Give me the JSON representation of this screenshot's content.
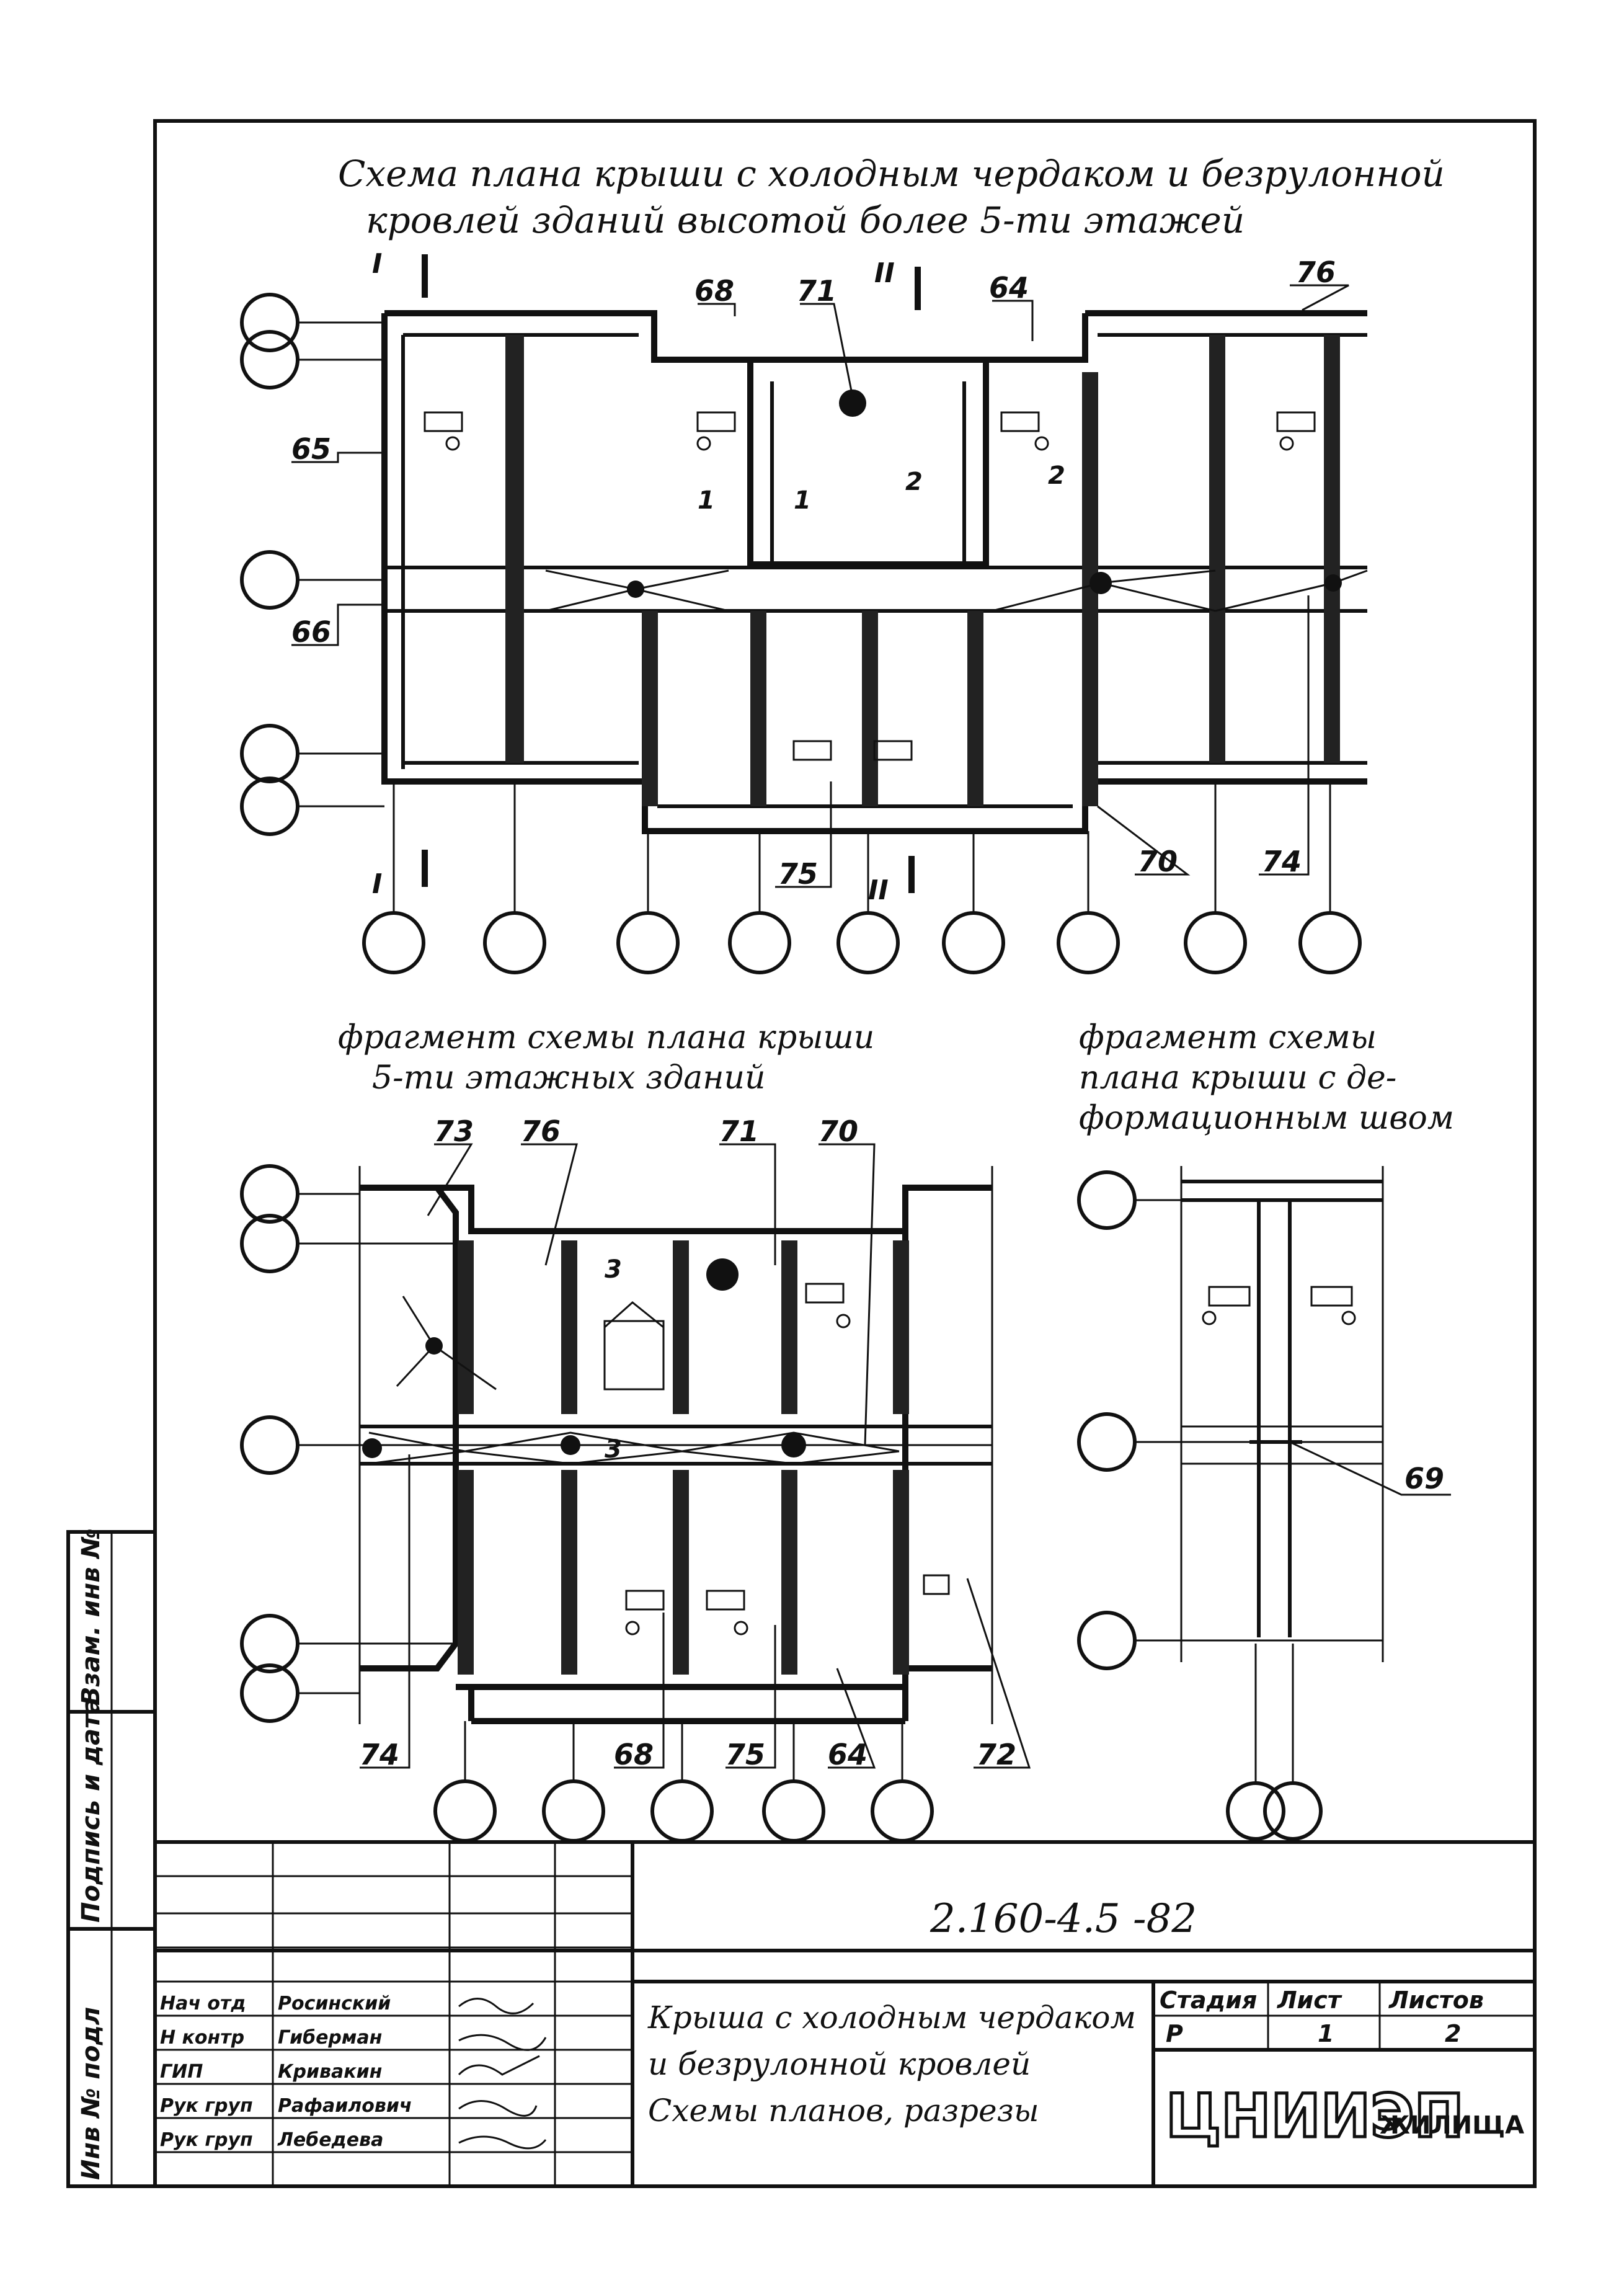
{
  "top_plan": {
    "title_line1": "Схема плана крыши с холодным чердаком и безрулонной",
    "title_line2": "кровлей зданий высотой более 5-ти этажей",
    "section_marks": [
      "I",
      "II",
      "I",
      "II"
    ],
    "callouts": [
      "68",
      "71",
      "64",
      "76",
      "65",
      "66",
      "75",
      "70",
      "74"
    ],
    "detail_marks": [
      "1",
      "1",
      "2",
      "2"
    ]
  },
  "left_fragment": {
    "title_line1": "фрагмент схемы плана крыши",
    "title_line2": "5-ти этажных зданий",
    "callouts": [
      "73",
      "76",
      "71",
      "70",
      "74",
      "68",
      "75",
      "64",
      "72"
    ],
    "detail_marks": [
      "3",
      "3"
    ]
  },
  "right_fragment": {
    "title_line1": "фрагмент схемы",
    "title_line2": "плана крыши с де-",
    "title_line3": "формационным швом",
    "callouts": [
      "69"
    ]
  },
  "side_stamp": {
    "cells": [
      "Инв № подл",
      "Подпись и дата",
      "Взам. инв №"
    ]
  },
  "title_block": {
    "doc_code": "2.160-4.5 -82",
    "roles": [
      "Нач отд",
      "Н контр",
      "ГИП",
      "Рук груп",
      "Рук груп"
    ],
    "names": [
      "Росинский",
      "Гиберман",
      "Кривакин",
      "Рафаилович",
      "Лебедева"
    ],
    "description_line1": "Крыша с холодным чердаком",
    "description_line2": "и безрулонной кровлей",
    "description_line3": "Схемы планов, разрезы",
    "stage_header": "Стадия",
    "sheet_header": "Лист",
    "sheets_header": "Листов",
    "stage_value": "Р",
    "sheet_value": "1",
    "sheets_value": "2",
    "org_logo": "ЦНИИЭП",
    "org_name": "ЖИЛИЩА"
  }
}
